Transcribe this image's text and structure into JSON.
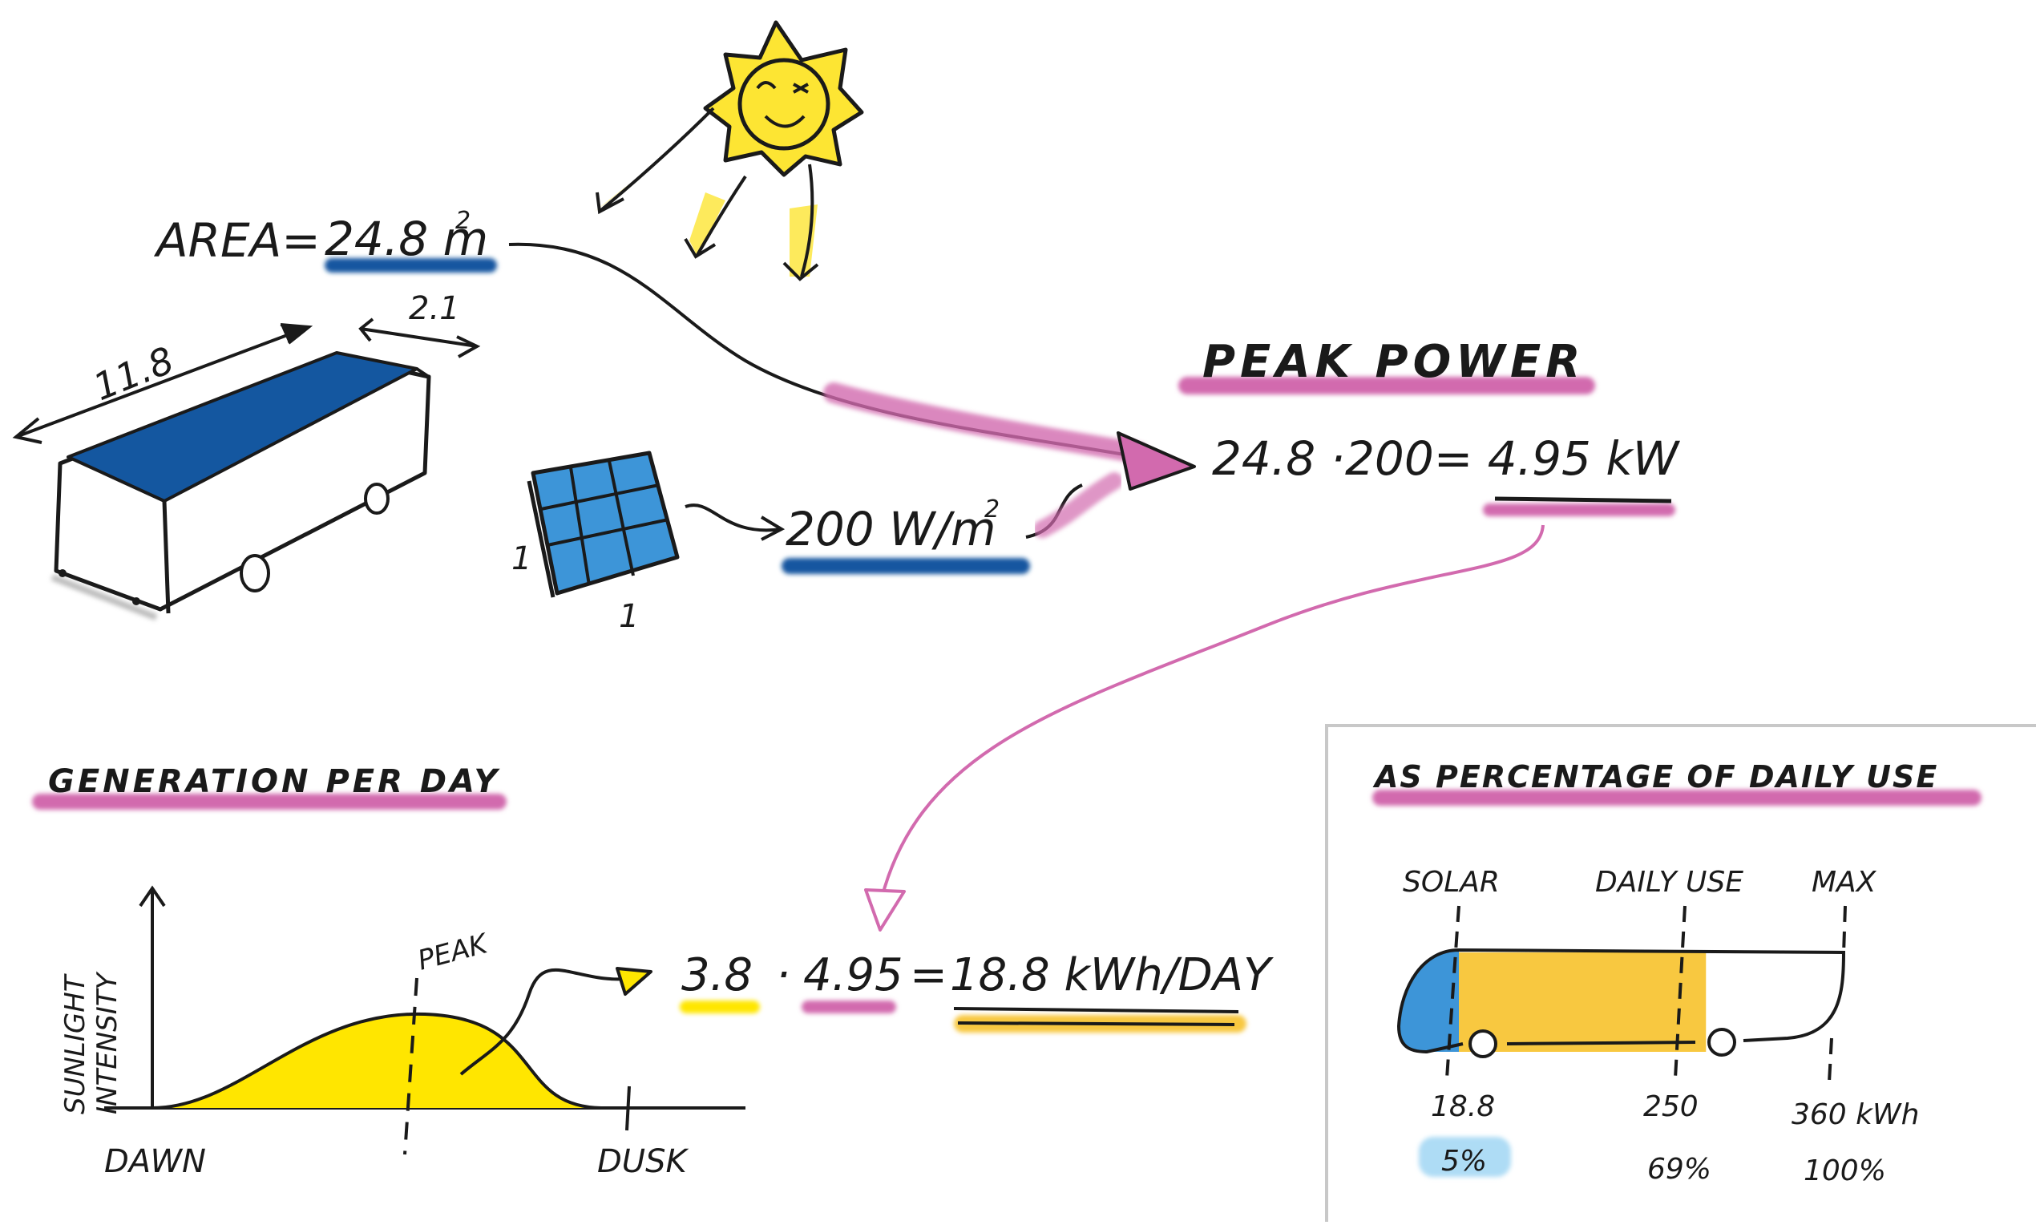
{
  "colors": {
    "ink": "#1a1a1a",
    "blue": "#1457a0",
    "light_blue": "#3d95d8",
    "pink": "#d26aae",
    "yellow": "#ffe600",
    "sun_yellow": "#fde533",
    "orange_yellow": "#f8c840",
    "pale_blue": "#aedcf5",
    "frame_gray": "#c8c8c8"
  },
  "icons": {
    "sun": "smiling-sun-icon",
    "bus": "electric-bus-icon",
    "panel": "solar-panel-icon"
  },
  "area": {
    "label": "AREA=",
    "value": "24.8 m",
    "exponent": "2",
    "length": "11.8",
    "width": "2.1"
  },
  "panel": {
    "side_a": "1",
    "side_b": "1",
    "irradiance": "200 W/m",
    "irradiance_exp": "2"
  },
  "peak_power": {
    "title": "PEAK POWER",
    "formula": "24.8 ·200= 4.95 kW"
  },
  "generation": {
    "title": "GENERATION PER DAY",
    "y_axis_label_1": "SUNLIGHT",
    "y_axis_label_2": "INTENSITY",
    "peak_label": "PEAK",
    "dawn": "DAWN",
    "dusk": "DUSK",
    "term_hours": "3.8",
    "dot": "·",
    "term_power": "4.95",
    "equals": "=",
    "result": "18.8 kWh/DAY"
  },
  "percentage": {
    "title": "AS PERCENTAGE OF DAILY USE",
    "solar_label": "SOLAR",
    "daily_use_label": "DAILY USE",
    "max_label": "MAX",
    "solar_value": "18.8",
    "daily_use_value": "250",
    "max_value": "360 kWh",
    "solar_pct": "5%",
    "daily_use_pct": "69%",
    "max_pct": "100%",
    "solar_kwh": 18.8,
    "daily_use_kwh": 250,
    "max_kwh": 360
  }
}
